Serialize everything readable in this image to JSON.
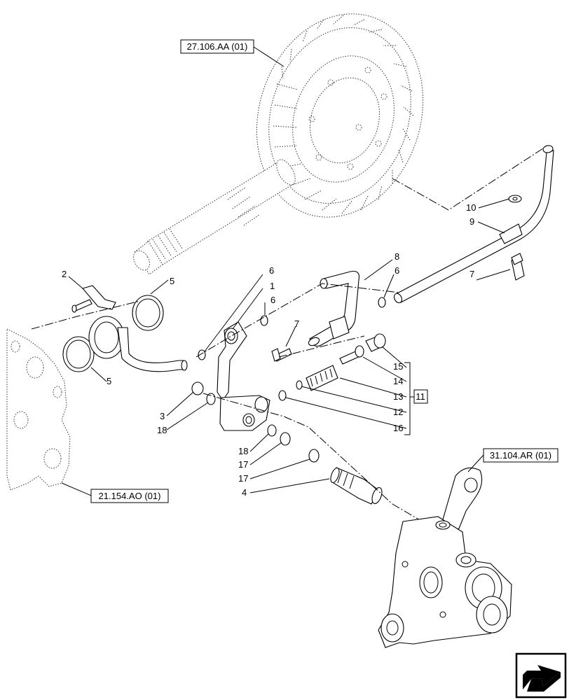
{
  "refs": {
    "r27": "27.106.AA (01)",
    "r21": "21.154.AO (01)",
    "r31": "31.104.AR (01)",
    "kit": "11"
  },
  "labels": {
    "l1": "1",
    "l2": "2",
    "l3": "3",
    "l4": "4",
    "l5a": "5",
    "l5b": "5",
    "l6a": "6",
    "l6b": "6",
    "l6c": "6",
    "l7a": "7",
    "l7b": "7",
    "l8": "8",
    "l9": "9",
    "l10": "10",
    "l12": "12",
    "l13": "13",
    "l14": "14",
    "l15": "15",
    "l16": "16",
    "l17a": "17",
    "l17b": "17",
    "l18a": "18",
    "l18b": "18"
  },
  "nav": {
    "icon": "next-page-arrow-icon"
  }
}
